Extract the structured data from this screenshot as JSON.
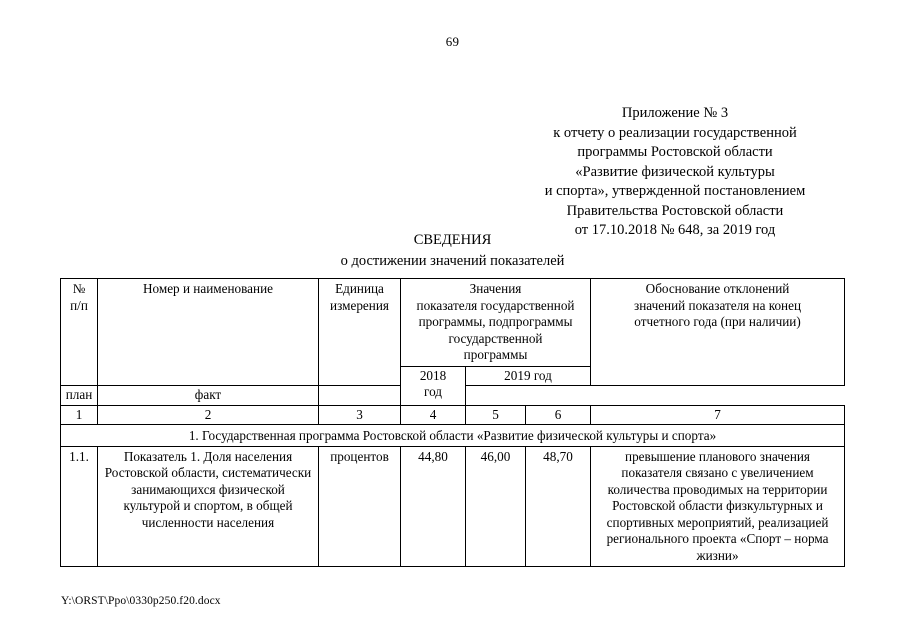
{
  "page": {
    "number": "69",
    "footer_path": "Y:\\ORST\\Ppo\\0330p250.f20.docx"
  },
  "appendix": {
    "lines": [
      "Приложение № 3",
      "к отчету о реализации государственной",
      "программы Ростовской области",
      "«Развитие физической культуры",
      "и спорта», утвержденной постановлением",
      "Правительства Ростовской области",
      "от 17.10.2018 № 648, за 2019 год"
    ]
  },
  "title": {
    "main": "СВЕДЕНИЯ",
    "subtitle": "о достижении значений показателей"
  },
  "table": {
    "headers": {
      "col1": "№\nп/п",
      "col1_line1": "№",
      "col1_line2": "п/п",
      "col2": "Номер и наименование",
      "col3_line1": "Единица",
      "col3_line2": "измерения",
      "values_group": "Значения\nпоказателя государственной\nпрограммы, подпрограммы\nгосударственной\nпрограммы",
      "values_line1": "Значения",
      "values_line2": "показателя государственной",
      "values_line3": "программы, подпрограммы",
      "values_line4": "государственной",
      "values_line5": "программы",
      "col7_line1": "Обоснование отклонений",
      "col7_line2": "значений показателя на конец",
      "col7_line3": "отчетного года (при наличии)",
      "year_2018_line1": "2018",
      "year_2018_line2": "год",
      "year_2019": "2019 год",
      "plan": "план",
      "fact": "факт"
    },
    "column_numbers": [
      "1",
      "2",
      "3",
      "4",
      "5",
      "6",
      "7"
    ],
    "section_row": "1. Государственная программа Ростовской области «Развитие физической культуры и спорта»",
    "rows": [
      {
        "index": "1.1.",
        "name": "Показатель 1. Доля населения Ростовской области, систематически занимающихся физической культурой и спортом, в общей численности населения",
        "unit": "процентов",
        "value_2018": "44,80",
        "plan_2019": "46,00",
        "fact_2019": "48,70",
        "justification": "превышение планового значения показателя связано с увеличением количества проводимых на территории Ростовской области физкультурных и спортивных мероприятий, реализацией регионального проекта «Спорт – норма жизни»"
      }
    ]
  }
}
